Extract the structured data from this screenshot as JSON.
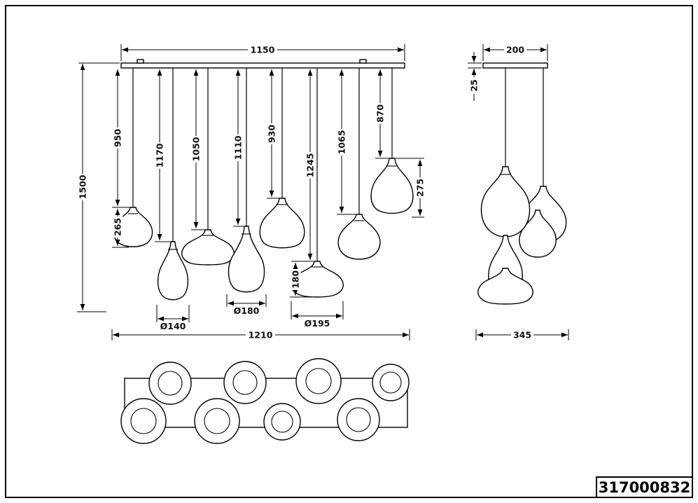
{
  "drawing": {
    "part_number": "317000832"
  },
  "front_view": {
    "rail_width": "1150",
    "overall_height": "1500",
    "overall_width": "1210",
    "drop_lengths": [
      "950",
      "1170",
      "1050",
      "1110",
      "930",
      "1245",
      "1065",
      "870"
    ],
    "shade_heights": [
      "265",
      "275",
      "180"
    ],
    "shade_diameters": [
      "Ø140",
      "Ø180",
      "Ø195"
    ]
  },
  "side_view": {
    "canopy_width": "200",
    "canopy_thickness": "25",
    "overall_width": "345"
  }
}
